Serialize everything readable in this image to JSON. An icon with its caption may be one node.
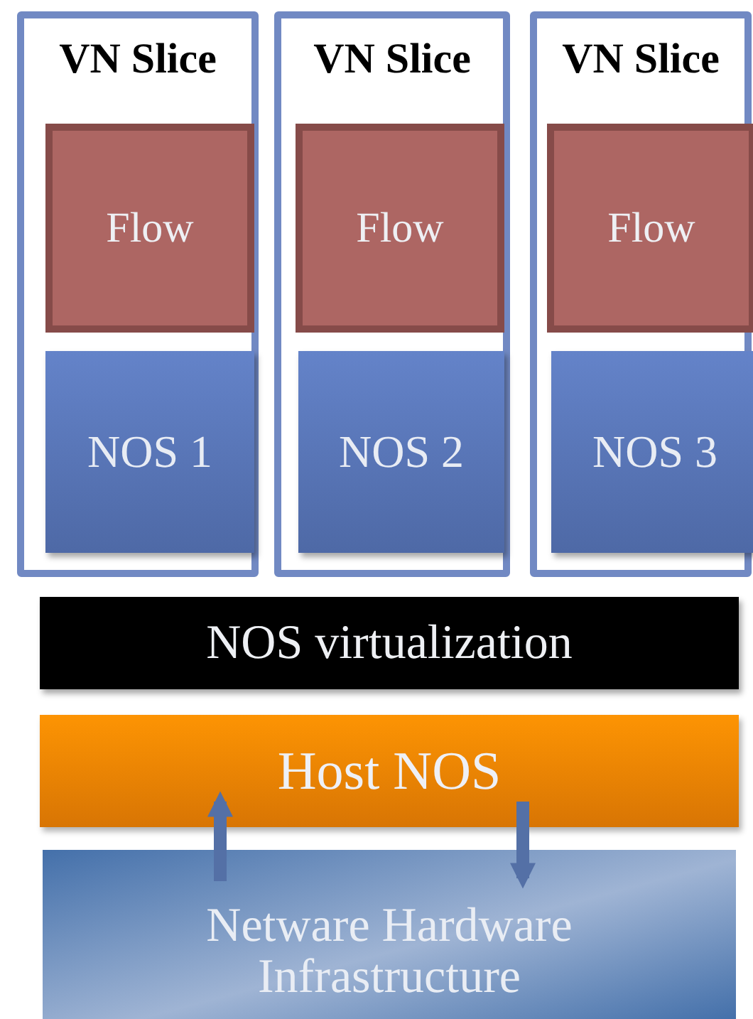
{
  "diagram": {
    "nodes": [
      {
        "text": [
          "VN Slice"
        ]
      },
      {
        "text": [
          "Flow"
        ],
        "in": 0
      },
      {
        "text": [
          "NOS 1"
        ],
        "in": 0
      },
      {
        "text": [
          "VN Slice"
        ]
      },
      {
        "text": [
          "Flow"
        ],
        "in": 3
      },
      {
        "text": [
          "NOS 2"
        ],
        "in": 3
      },
      {
        "text": [
          "VN Slice"
        ]
      },
      {
        "text": [
          "Flow"
        ],
        "in": 6
      },
      {
        "text": [
          "NOS 3"
        ],
        "in": 6
      },
      {
        "text": [
          "NOS virtualization"
        ]
      },
      {
        "text": [
          "Host NOS"
        ]
      },
      {
        "text": [
          "Netware Hardware Infrastructure"
        ]
      }
    ],
    "edges": [
      {
        "from": 11,
        "to": 10,
        "arrow": "to"
      },
      {
        "from": 10,
        "to": 11,
        "arrow": "to"
      }
    ]
  }
}
